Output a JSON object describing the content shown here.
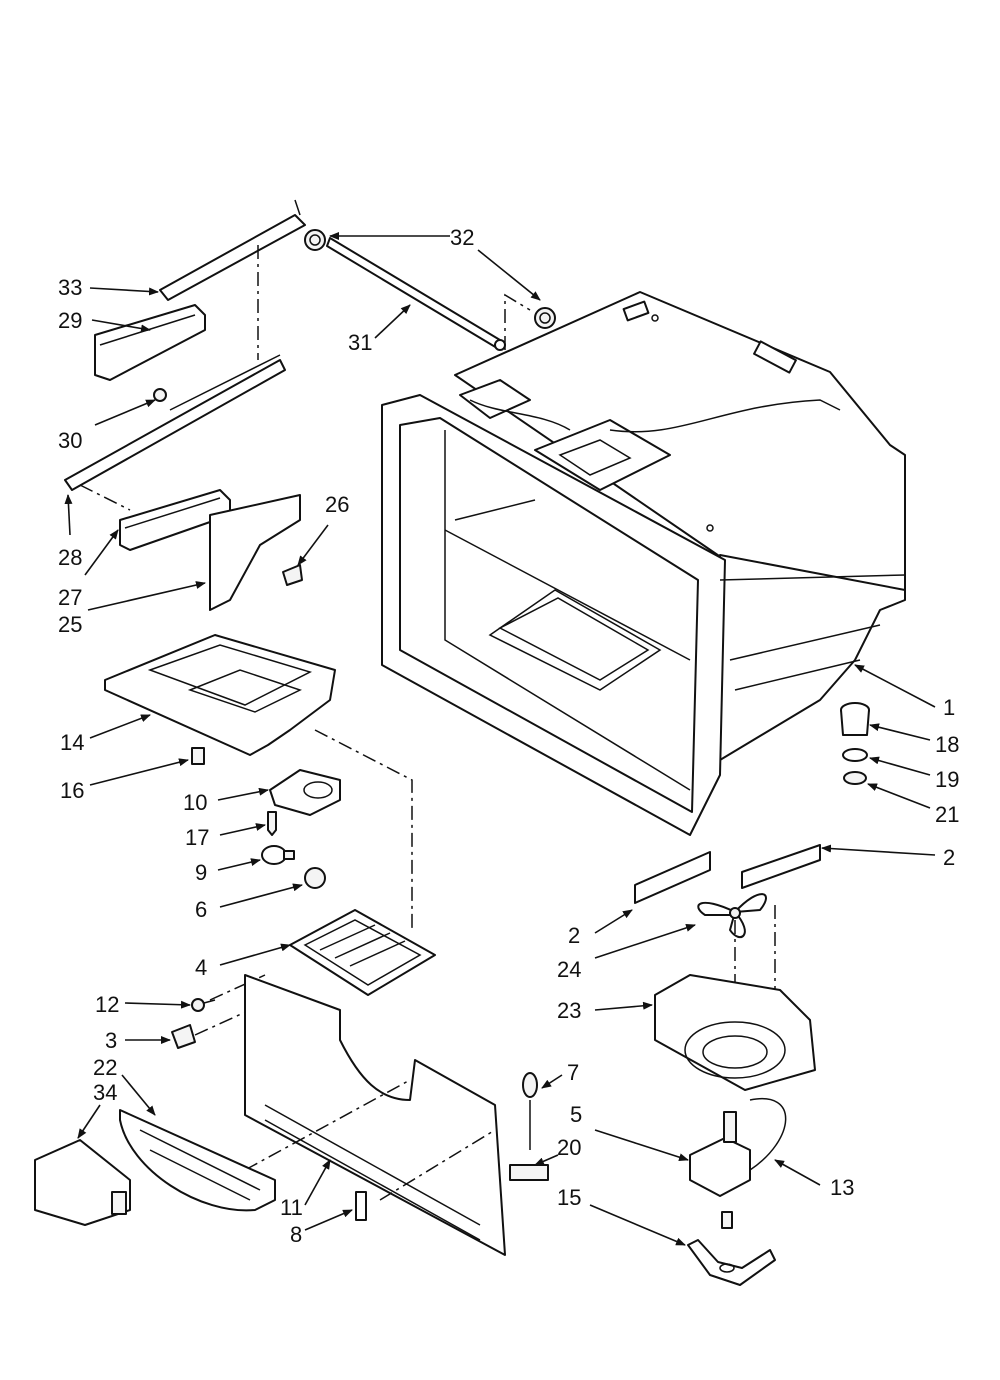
{
  "diagram": {
    "callouts": [
      {
        "id": "c1",
        "text": "1"
      },
      {
        "id": "c2a",
        "text": "2"
      },
      {
        "id": "c2b",
        "text": "2"
      },
      {
        "id": "c3",
        "text": "3"
      },
      {
        "id": "c4",
        "text": "4"
      },
      {
        "id": "c5",
        "text": "5"
      },
      {
        "id": "c6",
        "text": "6"
      },
      {
        "id": "c7",
        "text": "7"
      },
      {
        "id": "c8",
        "text": "8"
      },
      {
        "id": "c9",
        "text": "9"
      },
      {
        "id": "c10",
        "text": "10"
      },
      {
        "id": "c11",
        "text": "11"
      },
      {
        "id": "c12",
        "text": "12"
      },
      {
        "id": "c13",
        "text": "13"
      },
      {
        "id": "c14",
        "text": "14"
      },
      {
        "id": "c15",
        "text": "15"
      },
      {
        "id": "c16",
        "text": "16"
      },
      {
        "id": "c17",
        "text": "17"
      },
      {
        "id": "c18",
        "text": "18"
      },
      {
        "id": "c19",
        "text": "19"
      },
      {
        "id": "c20",
        "text": "20"
      },
      {
        "id": "c21",
        "text": "21"
      },
      {
        "id": "c22",
        "text": "22"
      },
      {
        "id": "c23",
        "text": "23"
      },
      {
        "id": "c24",
        "text": "24"
      },
      {
        "id": "c25",
        "text": "25"
      },
      {
        "id": "c26",
        "text": "26"
      },
      {
        "id": "c27",
        "text": "27"
      },
      {
        "id": "c28",
        "text": "28"
      },
      {
        "id": "c29",
        "text": "29"
      },
      {
        "id": "c30",
        "text": "30"
      },
      {
        "id": "c31",
        "text": "31"
      },
      {
        "id": "c32",
        "text": "32"
      },
      {
        "id": "c33",
        "text": "33"
      },
      {
        "id": "c34",
        "text": "34"
      }
    ]
  }
}
